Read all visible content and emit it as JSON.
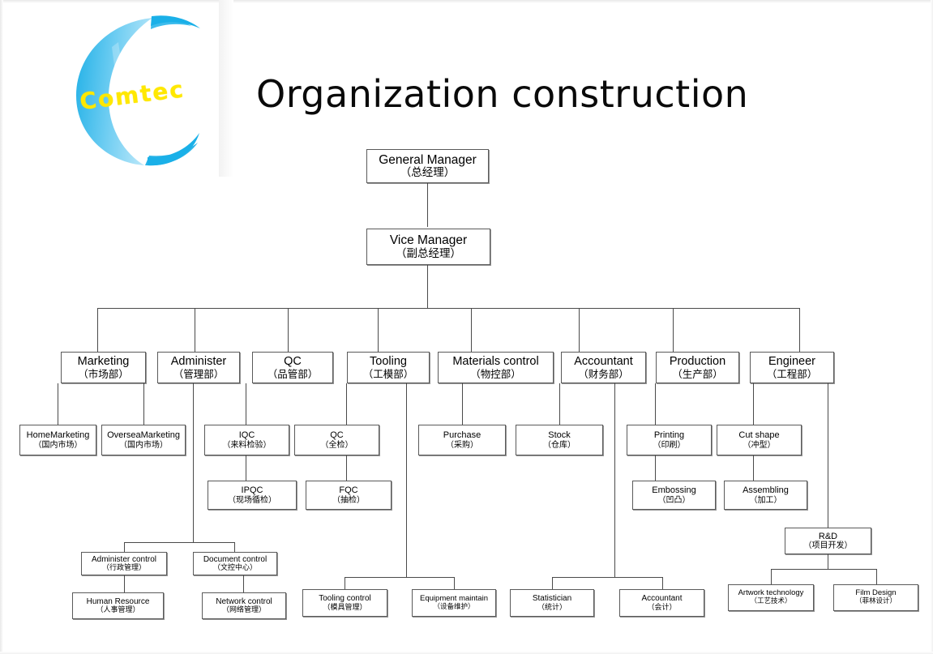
{
  "slide": {
    "title": "Organization construction",
    "background_color": "#ffffff",
    "logo": {
      "name": "comtec-logo",
      "wordmark": "Comtec",
      "mark_color": "#29abe2",
      "word_color": "#ffe800"
    }
  },
  "chart_data": {
    "type": "diagram",
    "title": "Organization construction",
    "orientation": "top-down",
    "levels": 5,
    "node_count": 33
  },
  "nodes": {
    "general_manager": {
      "en": "General Manager",
      "zh": "（总经理）"
    },
    "vice_manager": {
      "en": "Vice Manager",
      "zh": "（副总经理）"
    },
    "marketing": {
      "en": "Marketing",
      "zh": "（市场部）"
    },
    "administer": {
      "en": "Administer",
      "zh": "（管理部）"
    },
    "qc_dept": {
      "en": "QC",
      "zh": "（品管部）"
    },
    "tooling": {
      "en": "Tooling",
      "zh": "（工模部）"
    },
    "materials_control": {
      "en": "Materials control",
      "zh": "（物控部）"
    },
    "accountant_dept": {
      "en": "Accountant",
      "zh": "（财务部）"
    },
    "production": {
      "en": "Production",
      "zh": "（生产部）"
    },
    "engineer": {
      "en": "Engineer",
      "zh": "（工程部）"
    },
    "home_marketing": {
      "en": "HomeMarketing",
      "zh": "（国内市场）"
    },
    "oversea_marketing": {
      "en": "OverseaMarketing",
      "zh": "（国内市场）"
    },
    "iqc": {
      "en": "IQC",
      "zh": "（来料检验）"
    },
    "qc_sub": {
      "en": "QC",
      "zh": "（全检）"
    },
    "purchase": {
      "en": "Purchase",
      "zh": "（采购）"
    },
    "stock": {
      "en": "Stock",
      "zh": "（仓库）"
    },
    "printing": {
      "en": "Printing",
      "zh": "（印刷）"
    },
    "cut_shape": {
      "en": "Cut shape",
      "zh": "（冲型）"
    },
    "ipqc": {
      "en": "IPQC",
      "zh": "（现场循检）"
    },
    "fqc": {
      "en": "FQC",
      "zh": "（抽检）"
    },
    "embossing": {
      "en": "Embossing",
      "zh": "（凹凸）"
    },
    "assembling": {
      "en": "Assembling",
      "zh": "（加工）"
    },
    "rnd": {
      "en": "R&D",
      "zh": "（项目开发）"
    },
    "administer_control": {
      "en": "Administer control",
      "zh": "（行政管理）"
    },
    "document_control": {
      "en": "Document control",
      "zh": "（文控中心）"
    },
    "human_resource": {
      "en": "Human Resource",
      "zh": "（人事管理）"
    },
    "network_control": {
      "en": "Network control",
      "zh": "（网络管理）"
    },
    "tooling_control": {
      "en": "Tooling control",
      "zh": "（模具管理）"
    },
    "equipment_maintain": {
      "en": "Equipment maintain",
      "zh": "（设备维护）"
    },
    "statistician": {
      "en": "Statistician",
      "zh": "（统计）"
    },
    "accountant_sub": {
      "en": "Accountant",
      "zh": "（会计）"
    },
    "artwork_technology": {
      "en": "Artwork technology",
      "zh": "（工艺技术）"
    },
    "film_design": {
      "en": "Film Design",
      "zh": "（菲林设计）"
    }
  }
}
